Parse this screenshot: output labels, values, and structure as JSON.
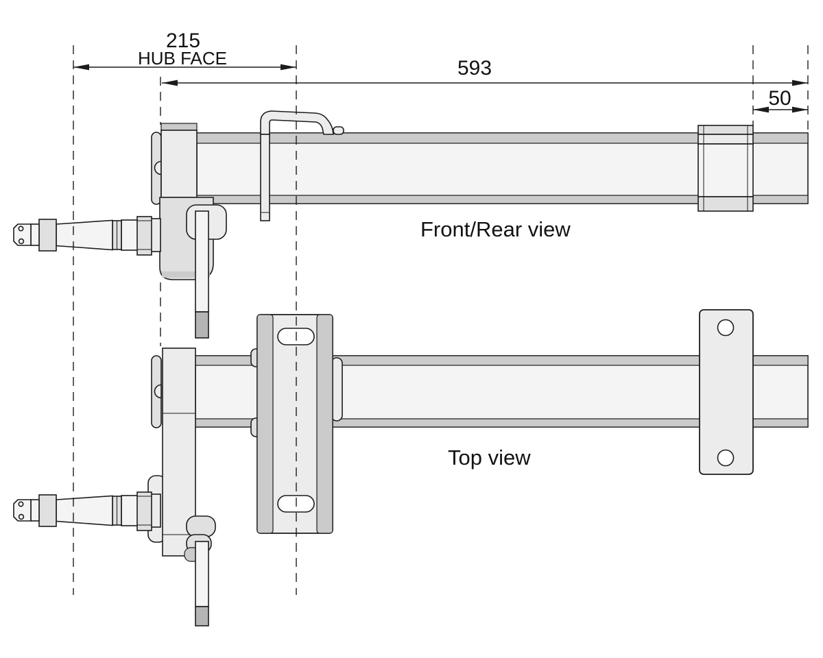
{
  "drawing": {
    "dimensions": {
      "hub_face": {
        "value": "215",
        "label": "HUB FACE"
      },
      "overall_length": {
        "value": "593"
      },
      "end_offset": {
        "value": "50"
      }
    },
    "views": {
      "front_rear_label": "Front/Rear view",
      "top_label": "Top view"
    },
    "colors": {
      "line": "#1c1c1c",
      "fill-lighter": "#f4f4f4",
      "fill-light": "#ececec",
      "fill-mid": "#e0e0e0",
      "fill-strip": "#cbcbcb",
      "fill-dark": "#b5b5b5",
      "background": "#ffffff"
    }
  }
}
